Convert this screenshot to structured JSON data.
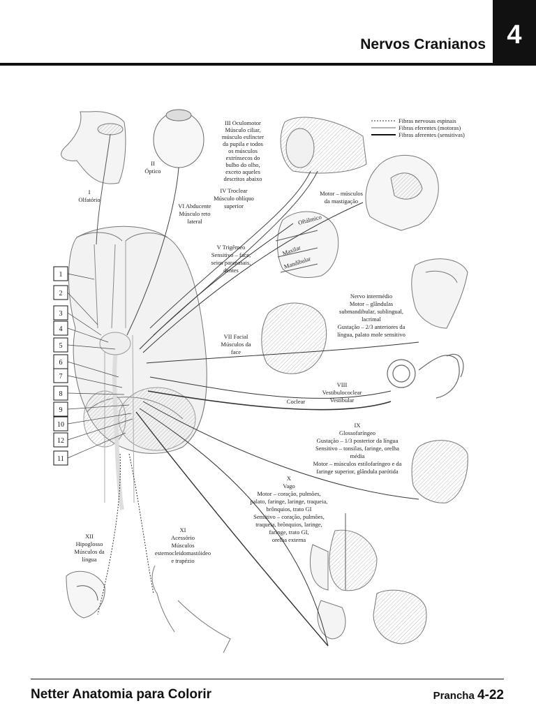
{
  "header": {
    "title": "Nervos Cranianos",
    "chapter": "4"
  },
  "footer": {
    "book": "Netter Anatomia para Colorir",
    "plate_label": "Prancha",
    "plate_number": "4-22"
  },
  "legend": [
    {
      "text": "Fibras nervosas espinais",
      "style": "dotted"
    },
    {
      "text": "Fibras eferentes (motoras)",
      "style": "thin"
    },
    {
      "text": "Fibras aferentes (sensitivas)",
      "style": "thick"
    }
  ],
  "number_boxes": [
    "1",
    "2",
    "3",
    "4",
    "5",
    "6",
    "7",
    "8",
    "9",
    "10",
    "12",
    "11"
  ],
  "labels": {
    "olfactory": [
      "I",
      "Olfatório"
    ],
    "optic": [
      "II",
      "Óptico"
    ],
    "oculomotor": [
      "III Oculomotor",
      "Músculo ciliar,",
      "músculo esfíncter",
      "da pupila e todos",
      "os músculos",
      "extrínsecos do",
      "bulbo do olho,",
      "exceto aqueles",
      "descritos abaixo"
    ],
    "trochlear": [
      "IV Troclear",
      "Músculo oblíquo",
      "superior"
    ],
    "abducent": [
      "VI Abducente",
      "Músculo reto",
      "lateral"
    ],
    "trigeminal": [
      "V Trigêmeo",
      "Sensitivo – face,",
      "seios paranasais,",
      "dentes"
    ],
    "trigeminal_branches": [
      "Oftálmico",
      "Maxilar",
      "Mandibular"
    ],
    "mastication": [
      "Motor – músculos",
      "da mastigação"
    ],
    "intermediate": [
      "Nervo intermédio",
      "Motor – glândulas",
      "submandibular, sublingual,",
      "lacrimal",
      "Gustação – 2/3 anteriores da",
      "língua, palato mole sensitivo"
    ],
    "facial": [
      "VII Facial",
      "Músculos da",
      "face"
    ],
    "vestibulocochlear": [
      "VIII",
      "Vestibulococlear",
      "Vestibular"
    ],
    "cochlear": "Coclear",
    "glossopharyngeal": [
      "IX",
      "Glossofaríngeo",
      "Gustação – 1/3 posterior da língua",
      "Sensitivo – tonsilas, faringe, orelha",
      "média",
      "Motor – músculos estilofaríngeo e da",
      "faringe superior, glândula parótida"
    ],
    "vagus": [
      "X",
      "Vago",
      "Motor – coração, pulmões,",
      "palato, faringe, laringe, traqueia,",
      "brônquios, trato GI",
      "Sensitivo – coração, pulmões,",
      "traqueia, brônquios, laringe,",
      "faringe, trato GI,",
      "orelha externa"
    ],
    "hypoglossal": [
      "XII",
      "Hipoglosso",
      "Músculos da",
      "língua"
    ],
    "accessory": [
      "XI",
      "Acessório",
      "Músculos",
      "esternocleidomastóideo",
      "e trapézio"
    ]
  }
}
